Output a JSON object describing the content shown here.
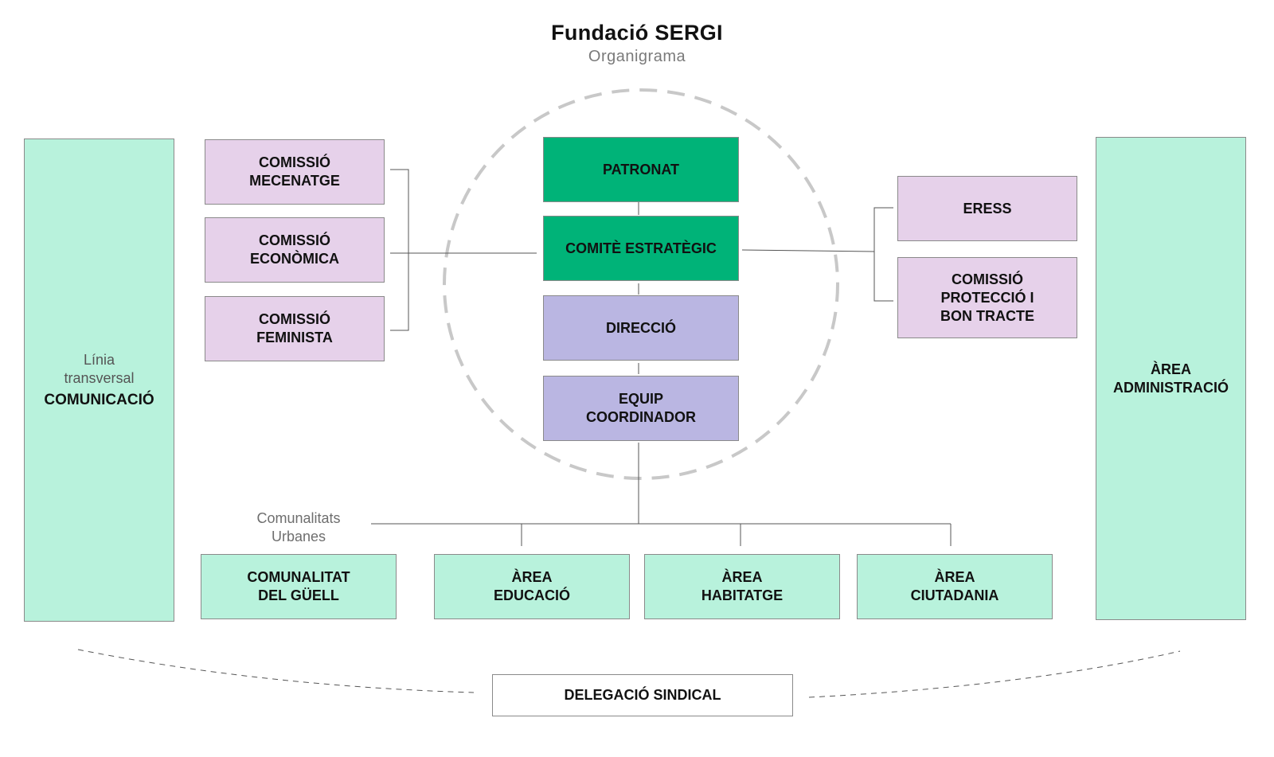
{
  "header": {
    "title": "Fundació SERGI",
    "subtitle": "Organigrama"
  },
  "left_panel": {
    "line1": "Línia",
    "line2": "transversal",
    "name": "COMUNICACIÓ"
  },
  "right_panel": {
    "line1": "ÀREA",
    "line2": "ADMINISTRACIÓ"
  },
  "core": {
    "patronat": "PATRONAT",
    "comite": "COMITÈ ESTRATÈGIC",
    "direccio": "DIRECCIÓ",
    "equip": {
      "line1": "EQUIP",
      "line2": "COORDINADOR"
    }
  },
  "commissions_left": [
    {
      "line1": "COMISSIÓ",
      "line2": "MECENATGE"
    },
    {
      "line1": "COMISSIÓ",
      "line2": "ECONÒMICA"
    },
    {
      "line1": "COMISSIÓ",
      "line2": "FEMINISTA"
    }
  ],
  "commissions_right": {
    "eress": "ERESS",
    "proteccio": {
      "line1": "COMISSIÓ",
      "line2": "PROTECCIÓ I",
      "line3": "BON TRACTE"
    }
  },
  "urban": {
    "label_line1": "Comunalitats",
    "label_line2": "Urbanes",
    "units": [
      {
        "line1": "COMUNALITAT",
        "line2": "DEL GÜELL"
      },
      {
        "line1": "ÀREA",
        "line2": "EDUCACIÓ"
      },
      {
        "line1": "ÀREA",
        "line2": "HABITATGE"
      },
      {
        "line1": "ÀREA",
        "line2": "CIUTADANIA"
      }
    ]
  },
  "union": "DELEGACIÓ SINDICAL",
  "colors": {
    "mint": "#b8f2dc",
    "lilac": "#e6d1ea",
    "green": "#00b378",
    "lavender": "#bab6e2",
    "dashed_circle": "#c8c8c8"
  }
}
